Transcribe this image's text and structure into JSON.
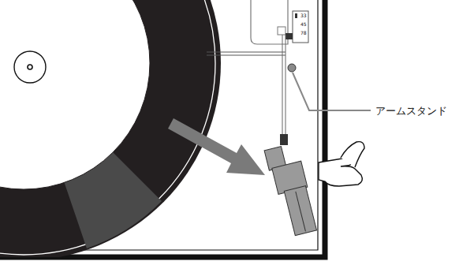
{
  "diagram": {
    "labels": [
      "アームスタンド",
      "33",
      "45",
      "78"
    ]
  }
}
